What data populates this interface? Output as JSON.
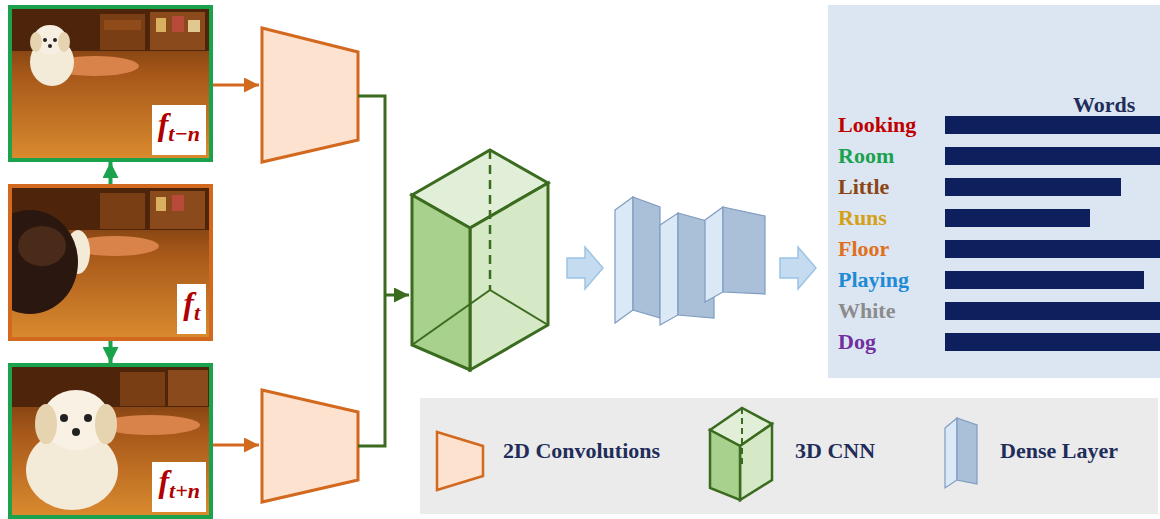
{
  "diagram": {
    "nodes": [
      {
        "text": [
          "ft−n"
        ]
      },
      {
        "text": [
          "ft"
        ]
      },
      {
        "text": [
          "ft+n"
        ]
      },
      {
        "text": [
          "Words",
          "Looking",
          "Room",
          "Little",
          "Runs",
          "Floor",
          "Playing",
          "White",
          "Dog"
        ]
      }
    ],
    "edges": [
      {
        "from": 1,
        "to": 0,
        "arrow": "to"
      },
      {
        "from": 1,
        "to": 2,
        "arrow": "to"
      }
    ],
    "legend": [
      {
        "text": "2D Convolutions"
      },
      {
        "text": "3D CNN"
      },
      {
        "text": "Dense Layer"
      }
    ]
  }
}
